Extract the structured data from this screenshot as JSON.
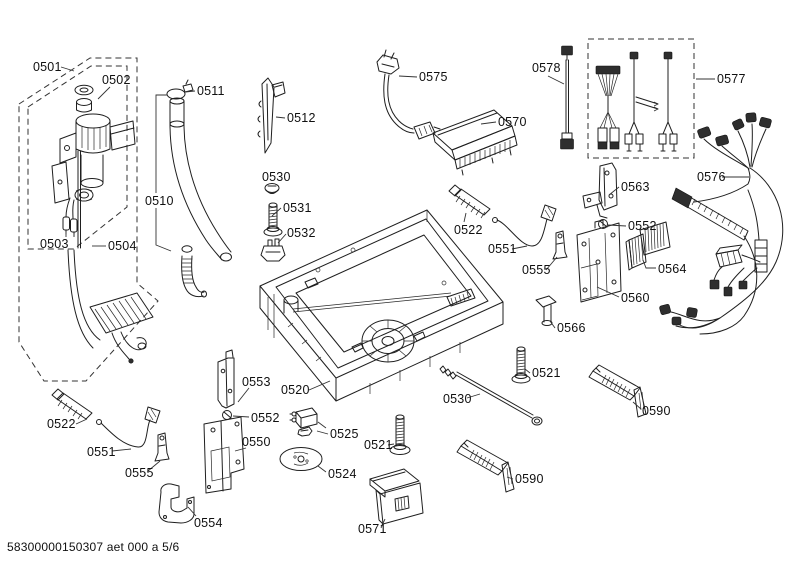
{
  "colors": {
    "line": "#1f1f1f",
    "background": "#ffffff"
  },
  "footer": {
    "text": "58300000150307 aet 000 a 5/6"
  },
  "labels": [
    {
      "part": "0501",
      "text": "0501"
    },
    {
      "part": "0502",
      "text": "0502"
    },
    {
      "part": "0511",
      "text": "0511"
    },
    {
      "part": "0512",
      "text": "0512"
    },
    {
      "part": "0575",
      "text": "0575"
    },
    {
      "part": "0578",
      "text": "0578"
    },
    {
      "part": "0577",
      "text": "0577"
    },
    {
      "part": "0570",
      "text": "0570"
    },
    {
      "part": "0530-top",
      "text": "0530"
    },
    {
      "part": "0510",
      "text": "0510"
    },
    {
      "part": "0531",
      "text": "0531"
    },
    {
      "part": "0532",
      "text": "0532"
    },
    {
      "part": "0503",
      "text": "0503"
    },
    {
      "part": "0504",
      "text": "0504"
    },
    {
      "part": "0563",
      "text": "0563"
    },
    {
      "part": "0552-right",
      "text": "0552"
    },
    {
      "part": "0522-top",
      "text": "0522"
    },
    {
      "part": "0551-top",
      "text": "0551"
    },
    {
      "part": "0555-top",
      "text": "0555"
    },
    {
      "part": "0564",
      "text": "0564"
    },
    {
      "part": "0560",
      "text": "0560"
    },
    {
      "part": "0576",
      "text": "0576"
    },
    {
      "part": "0566",
      "text": "0566"
    },
    {
      "part": "0521-right",
      "text": "0521"
    },
    {
      "part": "0553",
      "text": "0553"
    },
    {
      "part": "0520",
      "text": "0520"
    },
    {
      "part": "0530-bottom",
      "text": "0530"
    },
    {
      "part": "0552-left",
      "text": "0552"
    },
    {
      "part": "0522-left",
      "text": "0522"
    },
    {
      "part": "0550",
      "text": "0550"
    },
    {
      "part": "0521-bottom",
      "text": "0521"
    },
    {
      "part": "0525",
      "text": "0525"
    },
    {
      "part": "0551-left",
      "text": "0551"
    },
    {
      "part": "0524",
      "text": "0524"
    },
    {
      "part": "0555-left",
      "text": "0555"
    },
    {
      "part": "0590-right",
      "text": "0590"
    },
    {
      "part": "0590-bottom",
      "text": "0590"
    },
    {
      "part": "0554",
      "text": "0554"
    },
    {
      "part": "0571",
      "text": "0571"
    }
  ]
}
